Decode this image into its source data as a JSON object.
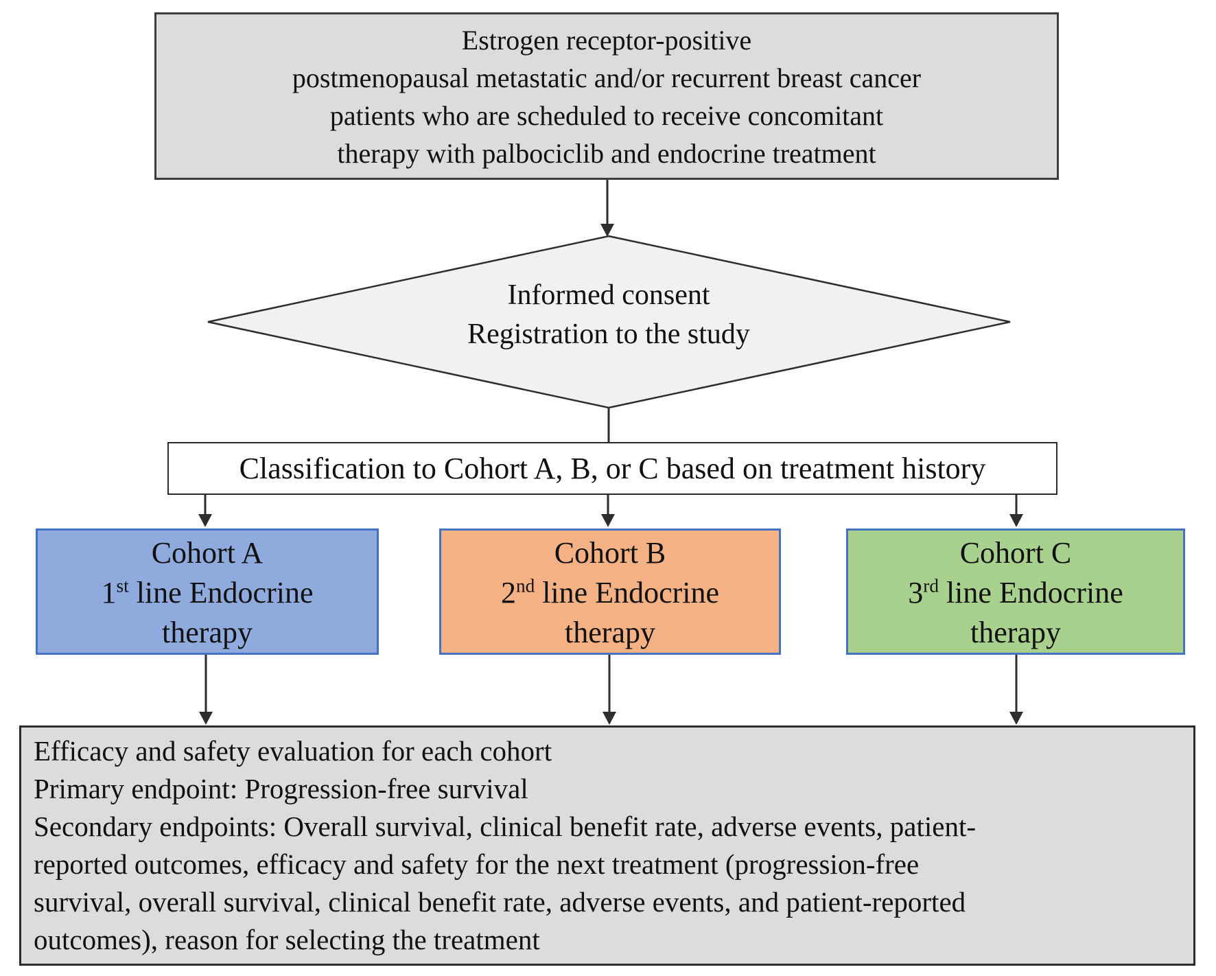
{
  "flowchart": {
    "population_box": {
      "lines": [
        "Estrogen receptor-positive",
        "postmenopausal metastatic and/or recurrent breast cancer",
        "patients who are scheduled to receive concomitant",
        "therapy with palbociclib and endocrine treatment"
      ]
    },
    "decision_diamond": {
      "line1": "Informed consent",
      "line2": "Registration to the study"
    },
    "classification_box": {
      "text": "Classification to Cohort A, B, or C based on treatment history"
    },
    "cohorts": [
      {
        "name": "Cohort A",
        "ordinal": "1",
        "ordinal_suffix": "st",
        "therapy_text": " line Endocrine",
        "therapy_word": "therapy",
        "fill": "#8faadc"
      },
      {
        "name": "Cohort B",
        "ordinal": "2",
        "ordinal_suffix": "nd",
        "therapy_text": " line Endocrine",
        "therapy_word": "therapy",
        "fill": "#f4b183"
      },
      {
        "name": "Cohort C",
        "ordinal": "3",
        "ordinal_suffix": "rd",
        "therapy_text": " line Endocrine",
        "therapy_word": "therapy",
        "fill": "#a9d18e"
      }
    ],
    "evaluation_box": {
      "lines": [
        "Efficacy and safety evaluation for each cohort",
        "Primary endpoint: Progression-free survival",
        "Secondary endpoints: Overall survival, clinical benefit rate, adverse events, patient-",
        "reported outcomes, efficacy and safety for the next treatment (progression-free",
        "survival, overall survival, clinical benefit rate, adverse events, and patient-reported",
        "outcomes), reason for selecting the treatment"
      ]
    },
    "colors": {
      "gray_fill": "#dcdcdc",
      "diamond_fill": "#f1f1f1",
      "classification_fill": "#ffffff",
      "cohort_border": "#4472c4",
      "line": "#2e2e2e",
      "text": "#111111"
    }
  }
}
